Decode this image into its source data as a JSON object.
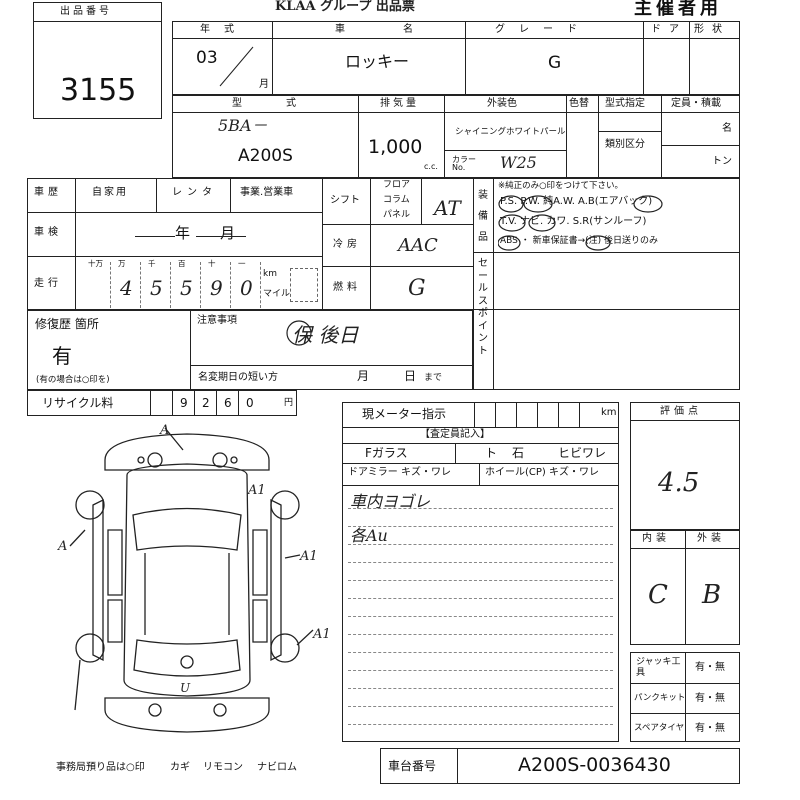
{
  "header": {
    "title": "KLAA グループ 出品票",
    "organizer": "主催者用"
  },
  "lot": {
    "label": "出品番号",
    "value": "3155"
  },
  "top": {
    "year_label": "年式",
    "year_value": "03",
    "year_unit": "月",
    "name_label": "車名",
    "name_value": "ロッキー",
    "grade_label": "グレード",
    "grade_value": "G",
    "door_label": "ドア",
    "shape_label": "形状"
  },
  "mid": {
    "model_label": "型式",
    "model_hand": "5BA－",
    "model_value": "A200S",
    "disp_label": "排気量",
    "disp_value": "1,000",
    "disp_unit": "c.c.",
    "color_label": "外装色",
    "color_name": "シャイニングホワイトパール",
    "color_no_label": "カラー No.",
    "color_no_value": "W25",
    "color_change_label": "色替",
    "cert_label": "型式指定",
    "class_label": "類別区分",
    "capacity_label": "定員・積載",
    "capacity_unit1": "名",
    "capacity_unit2": "トン"
  },
  "history": {
    "label": "車歴",
    "options": [
      "自家用",
      "レンタ",
      "事業.営業車"
    ],
    "inspection_label": "車検",
    "inspection_value": "年　　月",
    "mileage_label": "走行",
    "digit_labels": [
      "十万",
      "万",
      "千",
      "百",
      "十",
      "一"
    ],
    "digits": [
      "",
      "4",
      "5",
      "5",
      "9",
      "0"
    ],
    "mileage_units": [
      "km",
      "マイル"
    ]
  },
  "shift": {
    "label": "シフト",
    "options": [
      "フロア",
      "コラム",
      "パネル"
    ],
    "value": "AT",
    "ac_label": "冷房",
    "ac_value": "AAC",
    "fuel_label": "燃料",
    "fuel_value": "G"
  },
  "equipment": {
    "label": "装備品",
    "note": "※純正のみ○印をつけて下さい。",
    "line1": "P.S. P.W. 純A.W. A.B(エアバック)",
    "line2": "T.V. ナビ. カワ. S.R(サンルーフ)",
    "line3": "ABS ・ 新車保証書→(注) 後日送りのみ"
  },
  "sales_point": {
    "label": "セールスポイント"
  },
  "repair": {
    "label": "修復歴 箇所",
    "value": "有",
    "note": "(有の場合は○印を)"
  },
  "caution": {
    "label": "注意事項",
    "value": "保 後日",
    "name_change_label": "名変期日の短い方",
    "month": "月",
    "day": "日",
    "until": "まで"
  },
  "recycle": {
    "label": "リサイクル料",
    "digits": [
      "",
      "9",
      "2",
      "6",
      "0"
    ],
    "unit": "円"
  },
  "inspector": {
    "meter_label": "現メーター指示",
    "meter_unit": "km",
    "section_label": "【査定員記入】",
    "glass": [
      "Fガラス",
      "ト",
      "石",
      "ヒビワレ"
    ],
    "mirror": "ドアミラー キズ・ワレ",
    "wheel": "ホイール(CP) キズ・ワレ",
    "notes": [
      "車内ヨゴレ",
      "各Au"
    ]
  },
  "evaluation": {
    "label": "評価点",
    "value": "4.5",
    "interior_label": "内装",
    "interior_value": "C",
    "exterior_label": "外装",
    "exterior_value": "B"
  },
  "tools": {
    "jack_label": "ジャッキ工具",
    "jack_value": "有・無",
    "puncture_label": "パンクキット",
    "puncture_value": "有・無",
    "spare_label": "スペアタイヤ",
    "spare_value": "有・無"
  },
  "diagram_marks": [
    "A",
    "A",
    "A1",
    "A1",
    "A1",
    "U"
  ],
  "footer": {
    "office_note": "事務局預り品は○印",
    "items": [
      "カギ",
      "リモコン",
      "ナビロム"
    ],
    "chassis_label": "車台番号",
    "chassis_value": "A200S-0036430"
  }
}
